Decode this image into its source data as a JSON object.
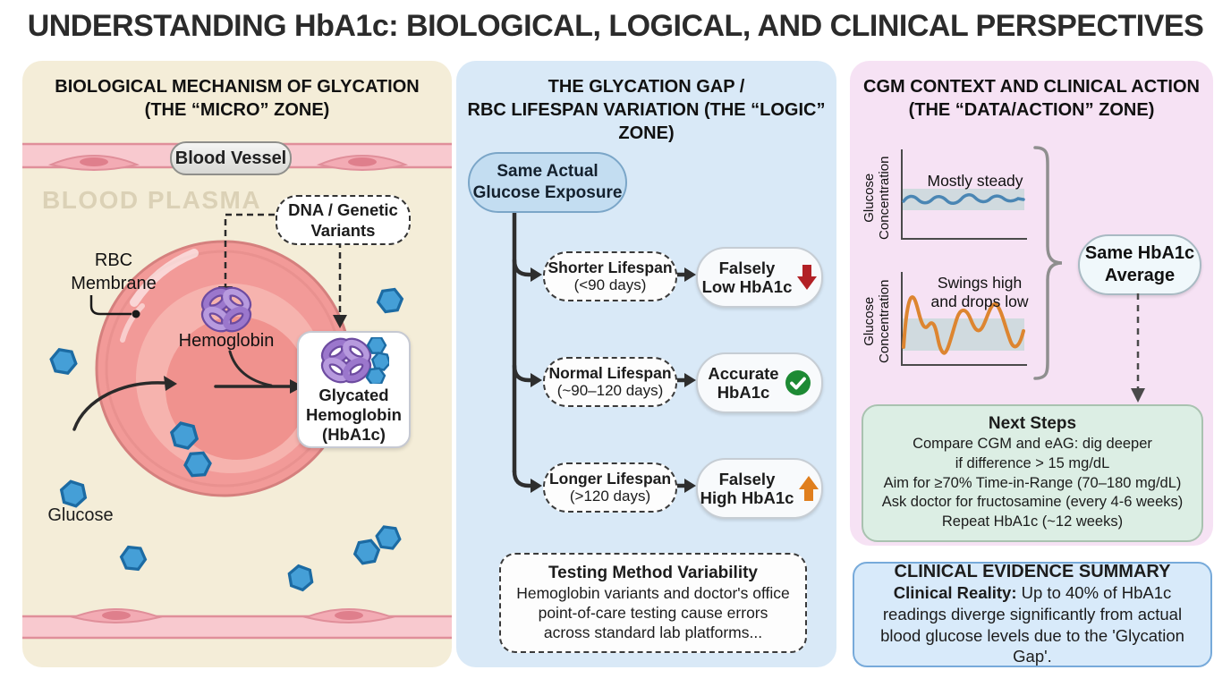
{
  "page": {
    "title": "UNDERSTANDING HbA1c: BIOLOGICAL, LOGICAL, AND CLINICAL PERSPECTIVES"
  },
  "left_panel": {
    "header": "BIOLOGICAL MECHANISM OF GLYCATION\n(THE “MICRO” ZONE)",
    "blood_vessel_label": "Blood Vessel",
    "blood_plasma_label": "BLOOD PLASMA",
    "rbc_membrane_label": "RBC\nMembrane",
    "dna_variants_label": "DNA / Genetic\nVariants",
    "hemoglobin_label": "Hemoglobin",
    "glycated_hemoglobin_label": "Glycated\nHemoglobin\n(HbA1c)",
    "glucose_label": "Glucose",
    "colors": {
      "panel_bg": "#f4edd8",
      "vessel_pink": "#f8c9cf",
      "rbc_fill": "#f29a98",
      "glucose_blue": "#459fd7",
      "hemoglobin_purple": "#8a63bd"
    }
  },
  "middle_panel": {
    "header": "THE GLYCATION GAP /\nRBC LIFESPAN VARIATION (THE “LOGIC”\nZONE)",
    "root_label": "Same Actual\nGlucose Exposure",
    "branches": [
      {
        "label": "Shorter Lifespan",
        "sublabel": "(<90 days)",
        "result": "Falsely\nLow HbA1c",
        "icon": "red-arrow-down"
      },
      {
        "label": "Normal Lifespan",
        "sublabel": "(~90–120 days)",
        "result": "Accurate\nHbA1c",
        "icon": "green-check"
      },
      {
        "label": "Longer Lifespan",
        "sublabel": "(>120 days)",
        "result": "Falsely\nHigh HbA1c",
        "icon": "orange-arrow-up"
      }
    ],
    "testing_box": {
      "title": "Testing Method Variability",
      "body": "Hemoglobin variants and doctor's office\npoint-of-care testing cause errors\nacross standard lab platforms..."
    },
    "colors": {
      "panel_bg": "#d9e9f7",
      "root_fill": "#c3ddf1",
      "arrow_red": "#b22025",
      "check_green": "#1d8a34",
      "arrow_orange": "#e07f1e"
    }
  },
  "right_panel": {
    "header": "CGM CONTEXT AND CLINICAL ACTION\n(THE “DATA/ACTION” ZONE)",
    "charts": [
      {
        "type": "line",
        "title": "Mostly steady",
        "ylabel": "Glucose\nConcentration",
        "line_color": "#4a86b4",
        "pattern": "small steady oscillation inside shaded target band"
      },
      {
        "type": "line",
        "title": "Swings high\nand drops low",
        "ylabel": "Glucose\nConcentration",
        "line_color": "#dd8530",
        "pattern": "large swings above and below shaded target band"
      }
    ],
    "same_average_label": "Same HbA1c\nAverage",
    "next_steps": {
      "title": "Next Steps",
      "lines": [
        "Compare CGM and eAG: dig deeper",
        "if difference > 15 mg/dL",
        "Aim for ≥70% Time-in-Range (70–180 mg/dL)",
        "Ask doctor for fructosamine (every 4-6 weeks)",
        "Repeat HbA1c (~12 weeks)"
      ]
    },
    "colors": {
      "panel_bg": "#f6e2f4",
      "next_steps_bg": "#dceee4"
    }
  },
  "summary_box": {
    "title": "CLINICAL EVIDENCE SUMMARY",
    "bold_prefix": "Clinical Reality:",
    "body": " Up to 40% of HbA1c readings diverge significantly from actual blood glucose levels due to the 'Glycation Gap'.",
    "colors": {
      "bg": "#d8eafa",
      "border": "#77aada"
    }
  }
}
